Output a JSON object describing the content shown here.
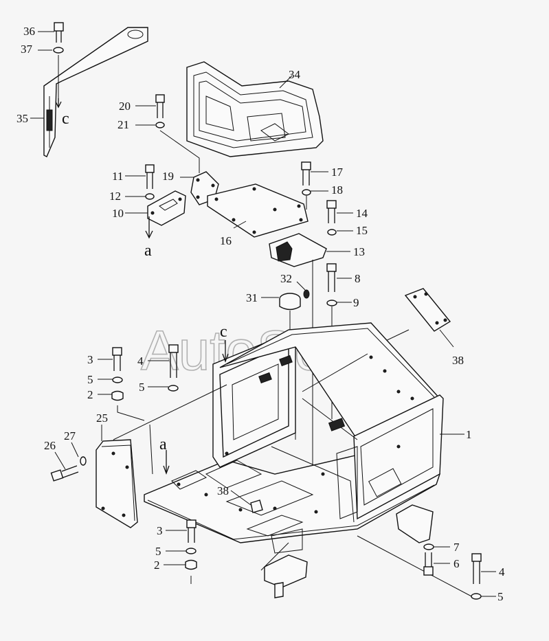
{
  "watermark": "AutoSoft",
  "callouts": [
    {
      "id": "c36",
      "text": "36"
    },
    {
      "id": "c37",
      "text": "37"
    },
    {
      "id": "c35",
      "text": "35"
    },
    {
      "id": "c34",
      "text": "34"
    },
    {
      "id": "c20",
      "text": "20"
    },
    {
      "id": "c21",
      "text": "21"
    },
    {
      "id": "c11",
      "text": "11"
    },
    {
      "id": "c12",
      "text": "12"
    },
    {
      "id": "c10",
      "text": "10"
    },
    {
      "id": "c19",
      "text": "19"
    },
    {
      "id": "c16",
      "text": "16"
    },
    {
      "id": "c17",
      "text": "17"
    },
    {
      "id": "c18",
      "text": "18"
    },
    {
      "id": "c14",
      "text": "14"
    },
    {
      "id": "c15",
      "text": "15"
    },
    {
      "id": "c13",
      "text": "13"
    },
    {
      "id": "c8",
      "text": "8"
    },
    {
      "id": "c32",
      "text": "32"
    },
    {
      "id": "c31",
      "text": "31"
    },
    {
      "id": "c9",
      "text": "9"
    },
    {
      "id": "c38a",
      "text": "38"
    },
    {
      "id": "c3a",
      "text": "3"
    },
    {
      "id": "c4a",
      "text": "4"
    },
    {
      "id": "c5a",
      "text": "5"
    },
    {
      "id": "c5b",
      "text": "5"
    },
    {
      "id": "c2a",
      "text": "2"
    },
    {
      "id": "c25",
      "text": "25"
    },
    {
      "id": "c27",
      "text": "27"
    },
    {
      "id": "c26",
      "text": "26"
    },
    {
      "id": "c1",
      "text": "1"
    },
    {
      "id": "c38b",
      "text": "38"
    },
    {
      "id": "c3b",
      "text": "3"
    },
    {
      "id": "c5c",
      "text": "5"
    },
    {
      "id": "c2b",
      "text": "2"
    },
    {
      "id": "c7",
      "text": "7"
    },
    {
      "id": "c6",
      "text": "6"
    },
    {
      "id": "c4b",
      "text": "4"
    },
    {
      "id": "c5d",
      "text": "5"
    }
  ],
  "view_marks": [
    {
      "id": "va",
      "text": "a"
    },
    {
      "id": "vc",
      "text": "c"
    },
    {
      "id": "va2",
      "text": "a"
    },
    {
      "id": "vc2",
      "text": "c"
    }
  ]
}
